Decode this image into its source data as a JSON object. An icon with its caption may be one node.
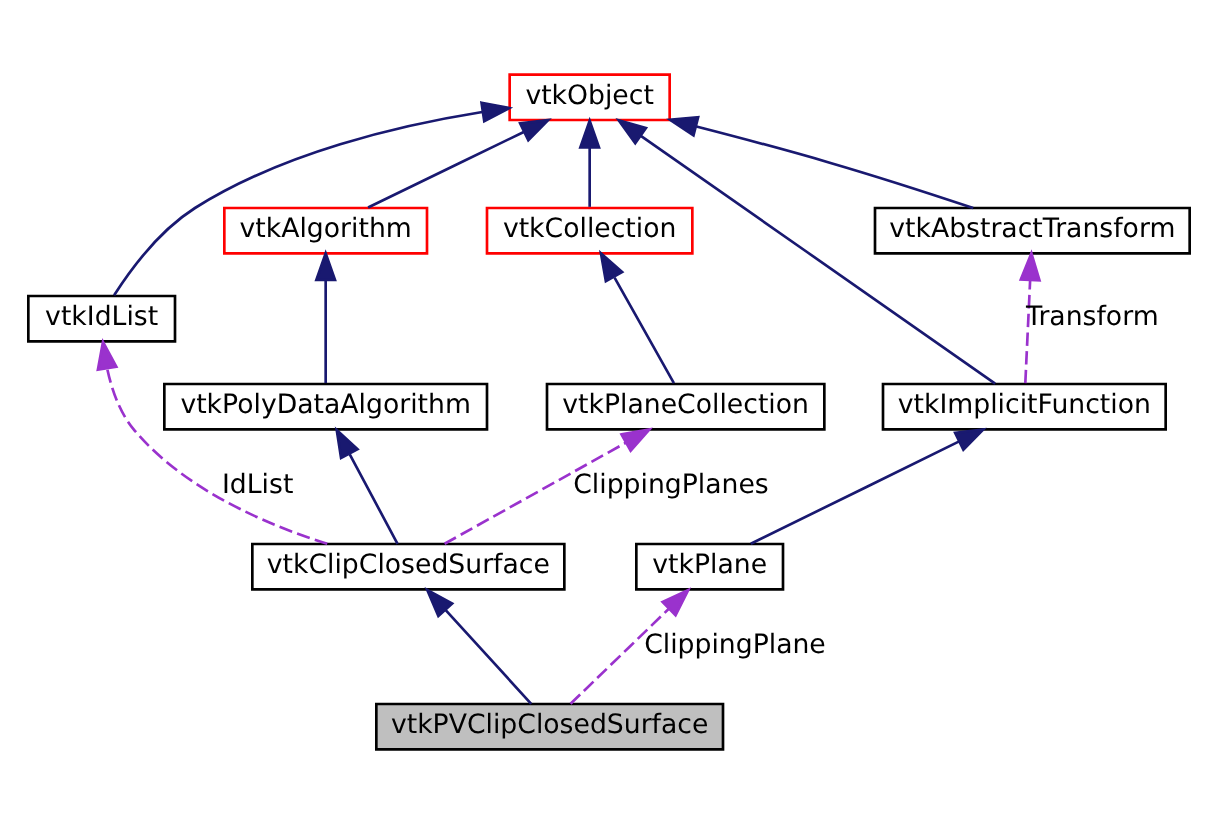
{
  "diagram": {
    "nodes": [
      {
        "text": [
          "vtkObject"
        ]
      },
      {
        "text": [
          "vtkAlgorithm"
        ]
      },
      {
        "text": [
          "vtkIdList"
        ]
      },
      {
        "text": [
          "vtkCollection"
        ]
      },
      {
        "text": [
          "vtkAbstractTransform"
        ]
      },
      {
        "text": [
          "vtkPolyDataAlgorithm"
        ]
      },
      {
        "text": [
          "vtkPlaneCollection"
        ]
      },
      {
        "text": [
          "vtkImplicitFunction"
        ]
      },
      {
        "text": [
          "vtkClipClosedSurface"
        ]
      },
      {
        "text": [
          "vtkPlane"
        ]
      },
      {
        "text": [
          "vtkPVClipClosedSurface"
        ]
      }
    ],
    "edges": [
      {
        "from": 1,
        "to": 0,
        "arrow": "to"
      },
      {
        "from": 2,
        "to": 0,
        "arrow": "to"
      },
      {
        "from": 3,
        "to": 0,
        "arrow": "to"
      },
      {
        "from": 7,
        "to": 0,
        "arrow": "to"
      },
      {
        "from": 4,
        "to": 0,
        "arrow": "to"
      },
      {
        "from": 5,
        "to": 1,
        "arrow": "to"
      },
      {
        "from": 6,
        "to": 3,
        "arrow": "to"
      },
      {
        "from": 7,
        "to": 4,
        "arrow": "to",
        "label": "Transform",
        "style": "dashed",
        "color": "#9a32cd"
      },
      {
        "from": 8,
        "to": 5,
        "arrow": "to"
      },
      {
        "from": 8,
        "to": 2,
        "arrow": "to",
        "label": "IdList",
        "style": "dashed",
        "color": "#9a32cd"
      },
      {
        "from": 8,
        "to": 6,
        "arrow": "to",
        "label": "ClippingPlanes",
        "style": "dashed",
        "color": "#9a32cd"
      },
      {
        "from": 9,
        "to": 7,
        "arrow": "to"
      },
      {
        "from": 10,
        "to": 8,
        "arrow": "to"
      },
      {
        "from": 10,
        "to": 9,
        "arrow": "to",
        "label": "ClippingPlane",
        "style": "dashed",
        "color": "#9a32cd"
      }
    ]
  }
}
